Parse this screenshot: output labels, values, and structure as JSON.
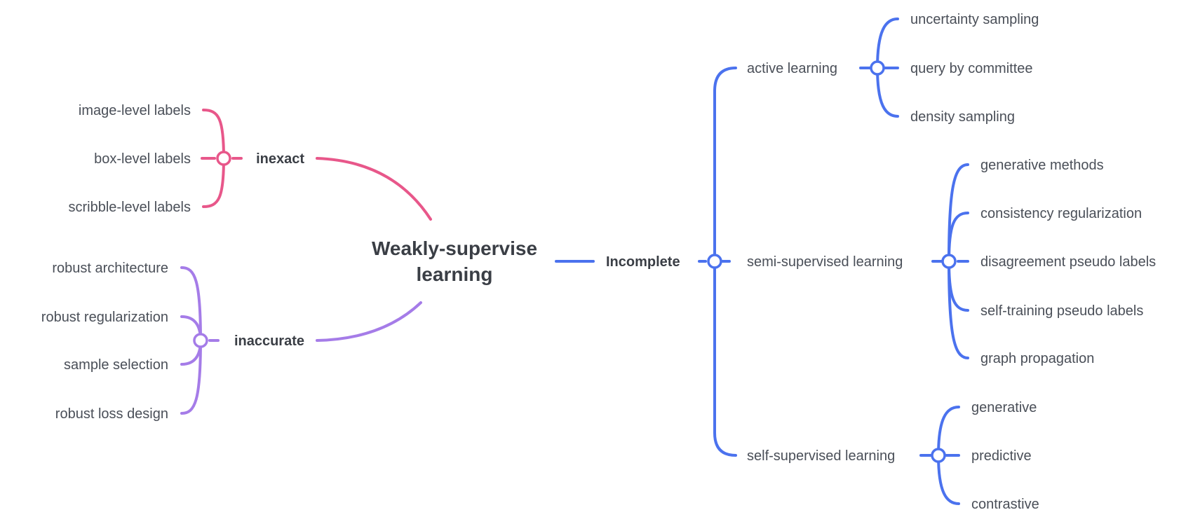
{
  "colors": {
    "inexact": "#e8578a",
    "inaccurate": "#a57ce8",
    "incomplete": "#4b72ee",
    "text": "#4a4f58"
  },
  "root": {
    "line1": "Weakly-supervise",
    "line2": "learning"
  },
  "branches": {
    "inexact": {
      "label": "inexact",
      "children": [
        "image-level labels",
        "box-level labels",
        "scribble-level labels"
      ]
    },
    "inaccurate": {
      "label": "inaccurate",
      "children": [
        "robust architecture",
        "robust regularization",
        "sample selection",
        "robust loss design"
      ]
    },
    "incomplete": {
      "label": "Incomplete",
      "children": [
        {
          "label": "active learning",
          "children": [
            "uncertainty sampling",
            "query by committee",
            "density sampling"
          ]
        },
        {
          "label": "semi-supervised learning",
          "children": [
            "generative methods",
            "consistency regularization",
            "disagreement pseudo labels",
            "self-training pseudo labels",
            "graph propagation"
          ]
        },
        {
          "label": "self-supervised learning",
          "children": [
            "generative",
            "predictive",
            "contrastive"
          ]
        }
      ]
    }
  }
}
